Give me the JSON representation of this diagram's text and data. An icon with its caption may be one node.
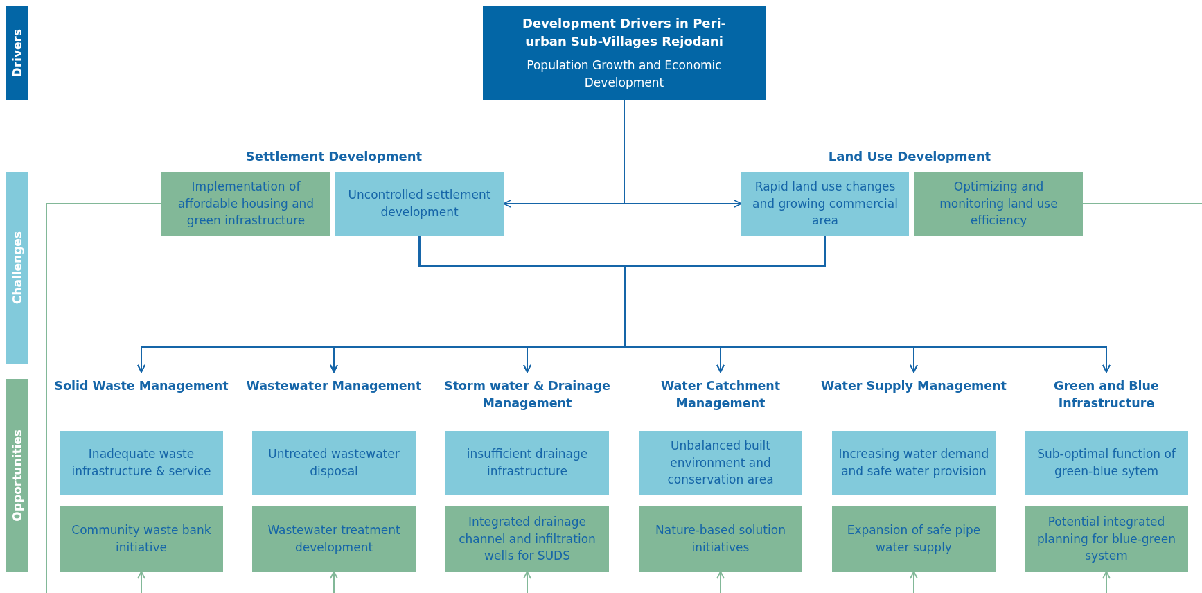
{
  "diagram": {
    "nodes": [
      {
        "text": [
          "Drivers"
        ]
      },
      {
        "text": [
          "Challenges"
        ]
      },
      {
        "text": [
          "Opportunities"
        ]
      },
      {
        "text": [
          "Development Drivers in Peri-urban Sub-Villages Rejodani",
          "Population Growth and Economic Development"
        ]
      },
      {
        "text": [
          "Implementation of affordable housing and green infrastructure"
        ]
      },
      {
        "text": [
          "Uncontrolled settlement development"
        ]
      },
      {
        "text": [
          "Rapid land use changes and growing commercial area"
        ]
      },
      {
        "text": [
          "Optimizing and monitoring land use efficiency"
        ]
      },
      {
        "text": [
          "Solid Waste Management"
        ]
      },
      {
        "text": [
          "Wastewater Management"
        ]
      },
      {
        "text": [
          "Storm water & Drainage Management"
        ]
      },
      {
        "text": [
          "Water Catchment Management"
        ]
      },
      {
        "text": [
          "Water Supply Management"
        ]
      },
      {
        "text": [
          "Green and Blue Infrastructure"
        ]
      },
      {
        "text": [
          "Inadequate  waste infrastructure & service"
        ]
      },
      {
        "text": [
          "Untreated wastewater disposal"
        ]
      },
      {
        "text": [
          "insufficient drainage infrastructure"
        ]
      },
      {
        "text": [
          "Unbalanced built environment and conservation area"
        ]
      },
      {
        "text": [
          "Increasing water demand and safe water provision"
        ]
      },
      {
        "text": [
          "Sub-optimal function of green-blue sytem"
        ]
      },
      {
        "text": [
          "Community waste bank initiative"
        ]
      },
      {
        "text": [
          "Wastewater treatment development"
        ]
      },
      {
        "text": [
          "Integrated drainage channel and infiltration wells for SUDS"
        ]
      },
      {
        "text": [
          "Nature-based solution initiatives"
        ]
      },
      {
        "text": [
          "Expansion of safe pipe water supply"
        ]
      },
      {
        "text": [
          "Potential integrated planning for blue-green system"
        ]
      }
    ],
    "edges": [
      {
        "from": 3,
        "to": 5,
        "arrow": "to"
      },
      {
        "from": 3,
        "to": 6,
        "arrow": "to"
      },
      {
        "from": 5,
        "to": 8,
        "arrow": "to"
      },
      {
        "from": 5,
        "to": 9,
        "arrow": "to"
      },
      {
        "from": 5,
        "to": 10,
        "arrow": "to"
      },
      {
        "from": 5,
        "to": 11,
        "arrow": "to"
      },
      {
        "from": 5,
        "to": 12,
        "arrow": "to"
      },
      {
        "from": 5,
        "to": 13,
        "arrow": "to"
      },
      {
        "from": 6,
        "to": 8,
        "arrow": "to"
      },
      {
        "from": 6,
        "to": 9,
        "arrow": "to"
      },
      {
        "from": 6,
        "to": 10,
        "arrow": "to"
      },
      {
        "from": 6,
        "to": 11,
        "arrow": "to"
      },
      {
        "from": 6,
        "to": 12,
        "arrow": "to"
      },
      {
        "from": 6,
        "to": 13,
        "arrow": "to"
      },
      {
        "from": 4,
        "to": null,
        "arrow": "none",
        "color": "#82b898"
      },
      {
        "from": 7,
        "to": null,
        "arrow": "none",
        "color": "#82b898"
      },
      {
        "from": null,
        "to": 20,
        "arrow": "to",
        "color": "#82b898"
      },
      {
        "from": null,
        "to": 21,
        "arrow": "to",
        "color": "#82b898"
      },
      {
        "from": null,
        "to": 22,
        "arrow": "to",
        "color": "#82b898"
      },
      {
        "from": null,
        "to": 23,
        "arrow": "to",
        "color": "#82b898"
      },
      {
        "from": null,
        "to": 24,
        "arrow": "to",
        "color": "#82b898"
      },
      {
        "from": null,
        "to": 25,
        "arrow": "to",
        "color": "#82b898"
      }
    ],
    "labels": [
      "Settlement Development",
      "Land Use Development"
    ]
  }
}
